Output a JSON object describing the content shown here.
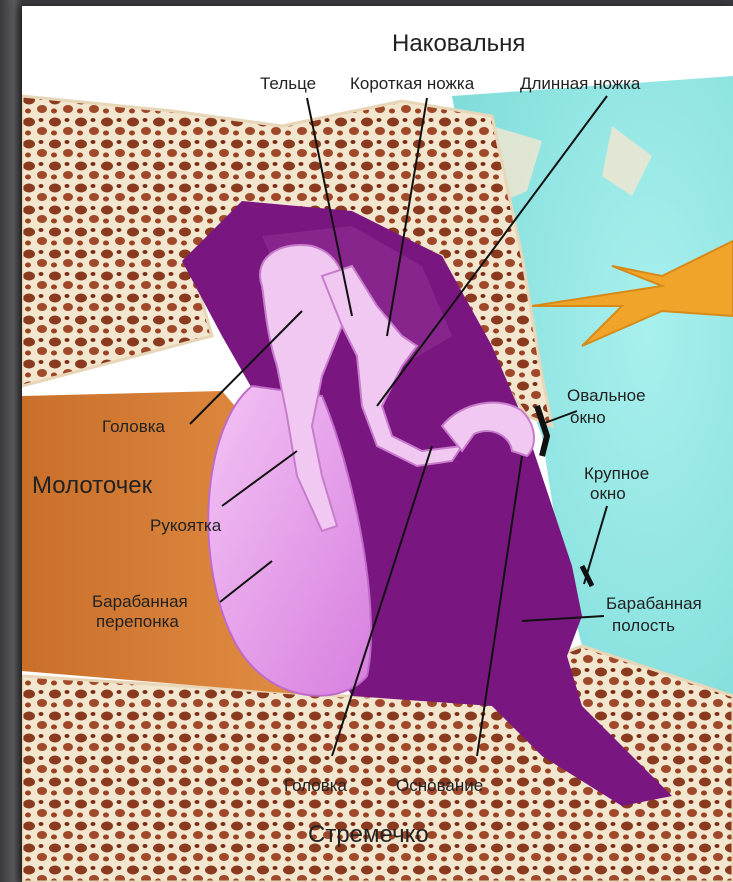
{
  "labels": {
    "incus": "Наковальня",
    "body": "Тельце",
    "short_process": "Короткая ножка",
    "long_process": "Длинная ножка",
    "malleus_head": "Головка",
    "malleus": "Молоточек",
    "handle": "Рукоятка",
    "eardrum_1": "Барабанная",
    "eardrum_2": "перепонка",
    "oval_window_1": "Овальное",
    "oval_window_2": "окно",
    "round_window_1": "Крупное",
    "round_window_2": "окно",
    "cavity_1": "Барабанная",
    "cavity_2": "полость",
    "stapes_head": "Головка",
    "base": "Основание",
    "stapes": "Стремечко"
  },
  "colors": {
    "bone": "#f3e6cf",
    "bone_pores": "#8a3a1e",
    "canal": "#d9823e",
    "cavity": "#7a1680",
    "ossicle": "#e9a3ee",
    "inner_ear": "#8fe3e3",
    "nerve": "#f0a42a"
  }
}
